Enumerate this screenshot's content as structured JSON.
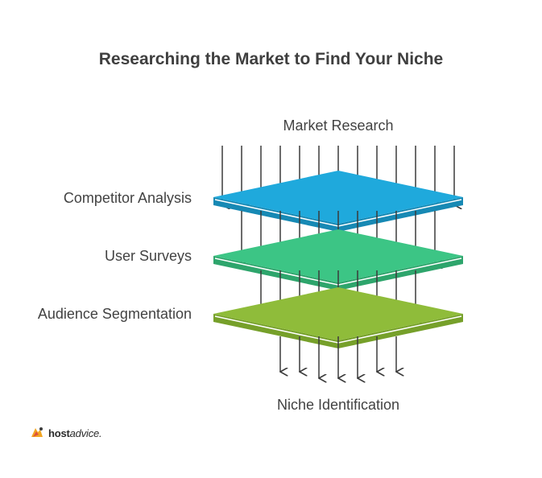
{
  "title": "Researching the Market to Find Your Niche",
  "input_label": "Market Research",
  "output_label": "Niche Identification",
  "layers": [
    {
      "label": "Competitor Analysis",
      "color": "#1fa9dc",
      "edge": "#1789b4"
    },
    {
      "label": "User Surveys",
      "color": "#3cc585",
      "edge": "#2ea56c"
    },
    {
      "label": "Audience Segmentation",
      "color": "#8fbc3a",
      "edge": "#76a02a"
    }
  ],
  "brand": {
    "bold": "host",
    "thin": "advice."
  }
}
